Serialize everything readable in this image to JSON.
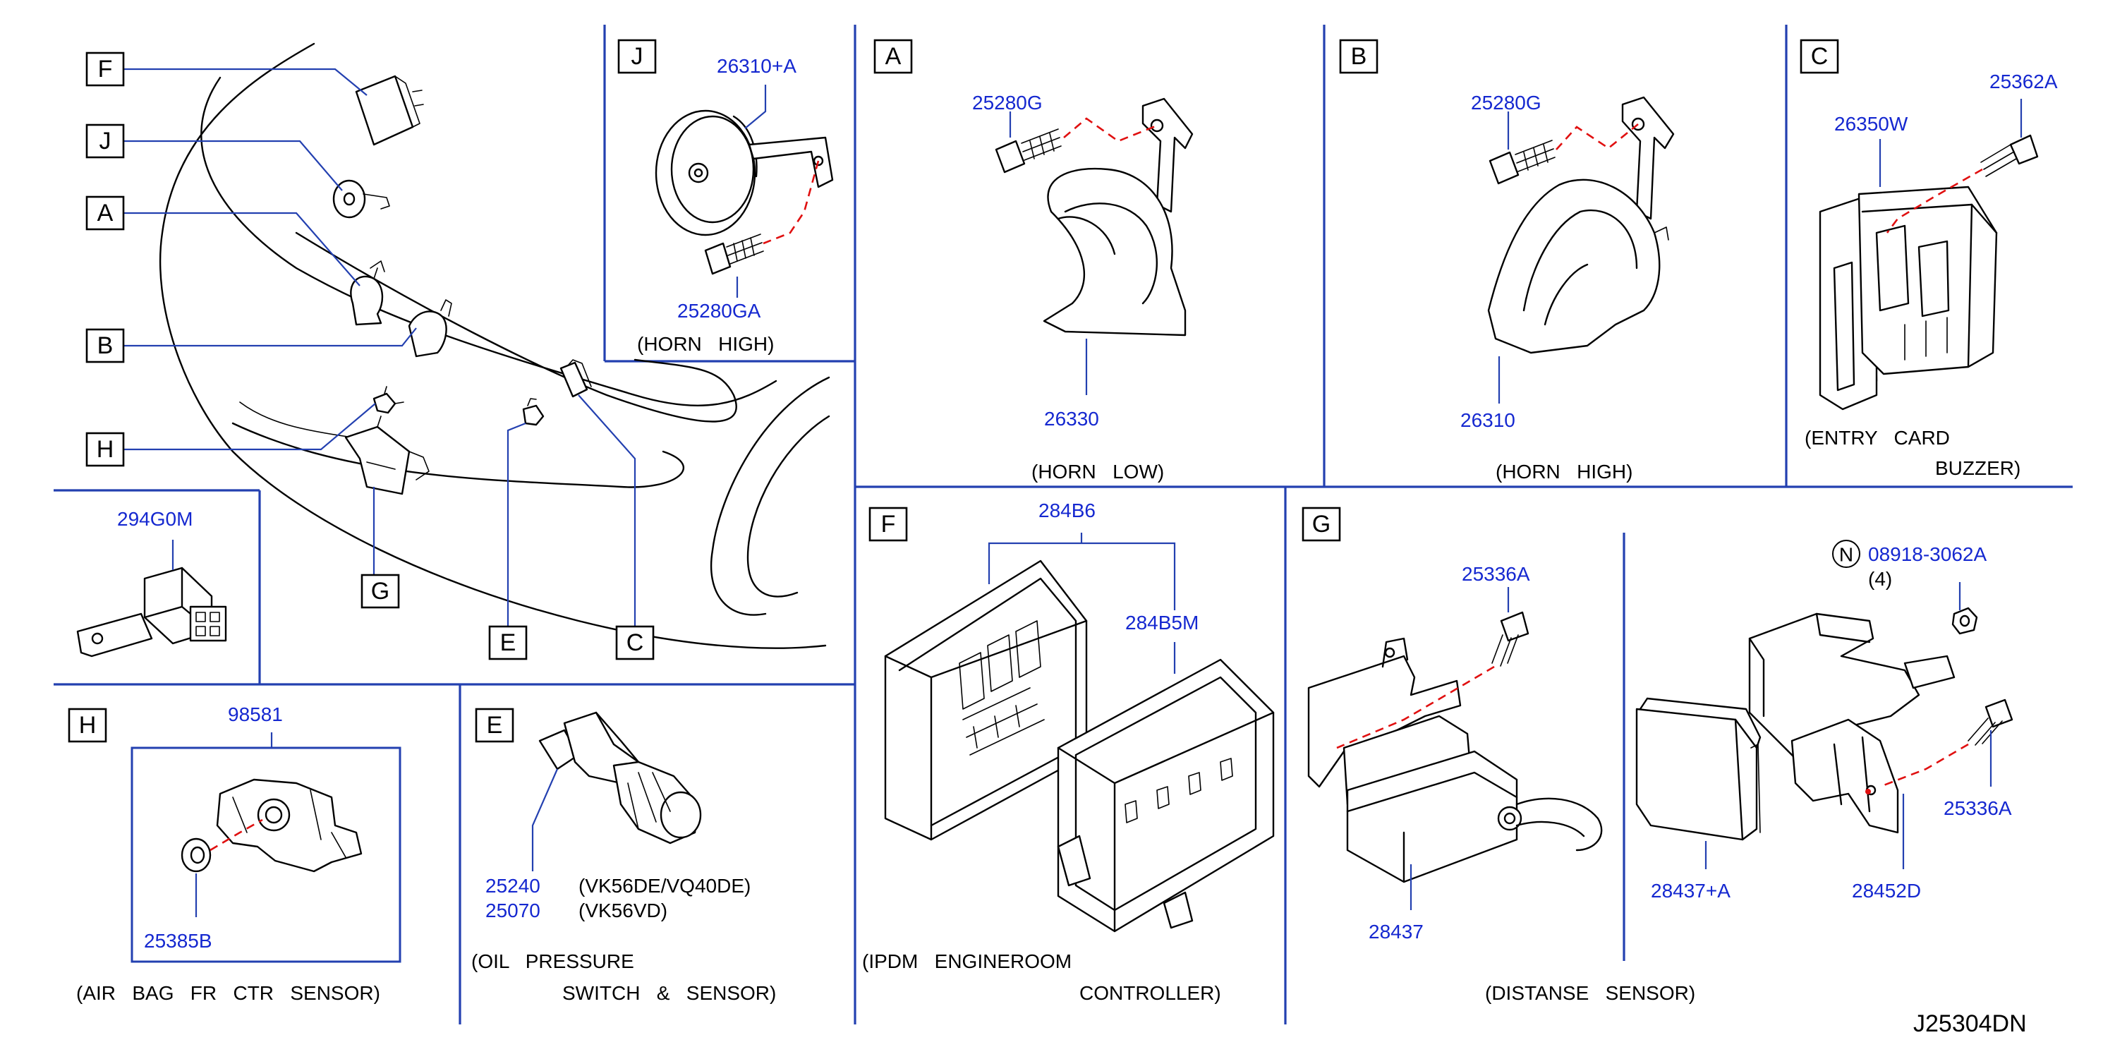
{
  "drawing_ref": "J25304DN",
  "overview": {
    "callouts": [
      "F",
      "J",
      "A",
      "B",
      "H",
      "G",
      "E",
      "C"
    ]
  },
  "panels": {
    "J": {
      "letter": "J",
      "parts": [
        "26310+A",
        "25280GA"
      ],
      "caption": "(HORN   HIGH)"
    },
    "A": {
      "letter": "A",
      "parts": [
        "25280G",
        "26330"
      ],
      "caption": "(HORN   LOW)"
    },
    "B": {
      "letter": "B",
      "parts": [
        "25280G",
        "26310"
      ],
      "caption": "(HORN   HIGH)"
    },
    "C": {
      "letter": "C",
      "parts": [
        "26350W",
        "25362A"
      ],
      "caption_lines": [
        "(ENTRY   CARD",
        "BUZZER)"
      ]
    },
    "unlabeled": {
      "parts": [
        "294G0M"
      ]
    },
    "H": {
      "letter": "H",
      "parts": [
        "98581",
        "25385B"
      ],
      "caption": "(AIR   BAG   FR   CTR   SENSOR)"
    },
    "E": {
      "letter": "E",
      "variants": [
        {
          "part": "25240",
          "note": "(VK56DE/VQ40DE)"
        },
        {
          "part": "25070",
          "note": "(VK56VD)"
        }
      ],
      "caption_lines": [
        "(OIL   PRESSURE",
        "SWITCH   &   SENSOR)"
      ]
    },
    "F": {
      "letter": "F",
      "parts": [
        "284B6",
        "284B5M"
      ],
      "caption_lines": [
        "(IPDM   ENGINEROOM",
        "CONTROLLER)"
      ]
    },
    "G": {
      "letter": "G",
      "parts": [
        "25336A",
        "28437",
        "28437+A",
        "28452D",
        "25336A"
      ],
      "nut": {
        "symbol": "N",
        "part": "08918-3062A",
        "qty": "(4)"
      },
      "caption": "(DISTANSE   SENSOR)"
    }
  },
  "colors": {
    "part_number": "#1528d0",
    "divider": "#2340b0",
    "fastener_path": "#e01010",
    "line": "#000000"
  }
}
